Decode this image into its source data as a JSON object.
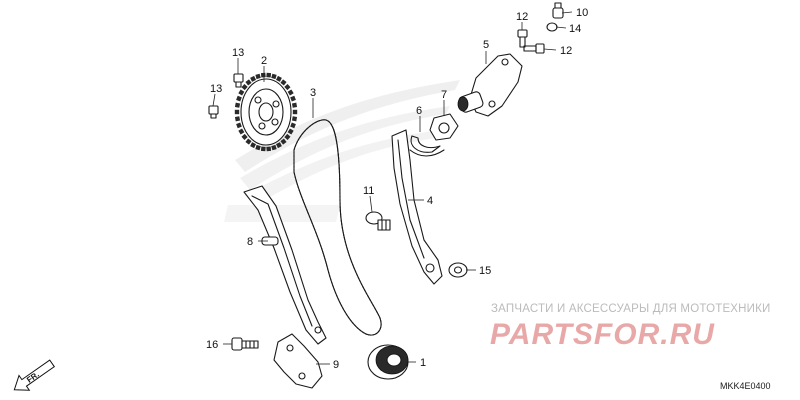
{
  "callouts": {
    "c1": "1",
    "c2": "2",
    "c3": "3",
    "c4": "4",
    "c5": "5",
    "c6": "6",
    "c7": "7",
    "c8": "8",
    "c9": "9",
    "c10": "10",
    "c11": "11",
    "c12a": "12",
    "c12b": "12",
    "c13a": "13",
    "c13b": "13",
    "c14": "14",
    "c15": "15",
    "c16": "16"
  },
  "direction_label": "FR.",
  "watermark": {
    "caption": "ЗАПЧАСТИ И АКСЕССУАРЫ ДЛЯ МОТОТЕХНИКИ",
    "logo": "PARTSFOR.RU"
  },
  "diagram_code": "MKK4E0400",
  "colors": {
    "line": "#1a1a1a",
    "watermark_red": "#e8a8a8",
    "watermark_gray": "#bbbbbb",
    "background_wing": "#e6e6e6"
  }
}
